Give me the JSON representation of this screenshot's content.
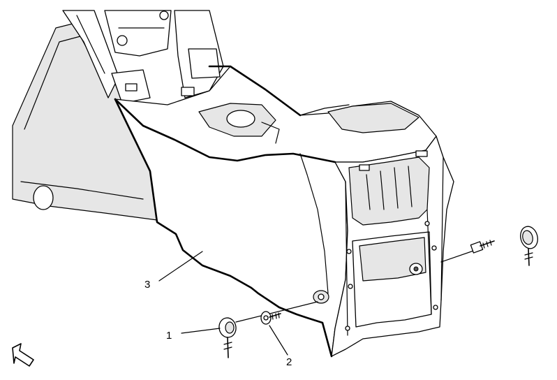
{
  "callouts": [
    {
      "id": "1",
      "label": "1",
      "part": "cap"
    },
    {
      "id": "2",
      "label": "2",
      "part": "bolt"
    },
    {
      "id": "3",
      "label": "3",
      "part": "console"
    }
  ],
  "icons": {
    "direction_arrow": "front-direction-arrow-icon"
  },
  "colors": {
    "line": "#000000",
    "shade": "#e6e6e6",
    "background": "#ffffff"
  }
}
